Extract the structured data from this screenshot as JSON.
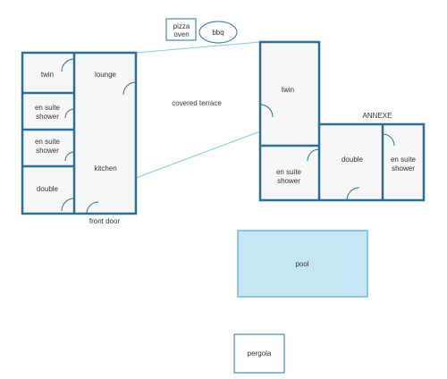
{
  "colors": {
    "wall": "#2a6f95",
    "floor": "#f7f7f7",
    "pool": "#c6e6f6",
    "connector": "#8cc8e0"
  },
  "labels": {
    "pizza_oven_1": "pizza",
    "pizza_oven_2": "oven",
    "bbq": "bbq",
    "twin_main": "twin",
    "lounge": "lounge",
    "ensuite_1_a": "en suite",
    "ensuite_1_b": "shower",
    "ensuite_2_a": "en suite",
    "ensuite_2_b": "shower",
    "kitchen": "kitchen",
    "double_main": "double",
    "front_door": "front door",
    "covered_terrace": "covered terrace",
    "twin_annexe": "twin",
    "annexe": "ANNEXE",
    "ensuite_3_a": "en suite",
    "ensuite_3_b": "shower",
    "double_annexe": "double",
    "ensuite_4_a": "en suite",
    "ensuite_4_b": "shower",
    "pool": "pool",
    "pergola": "pergola"
  }
}
